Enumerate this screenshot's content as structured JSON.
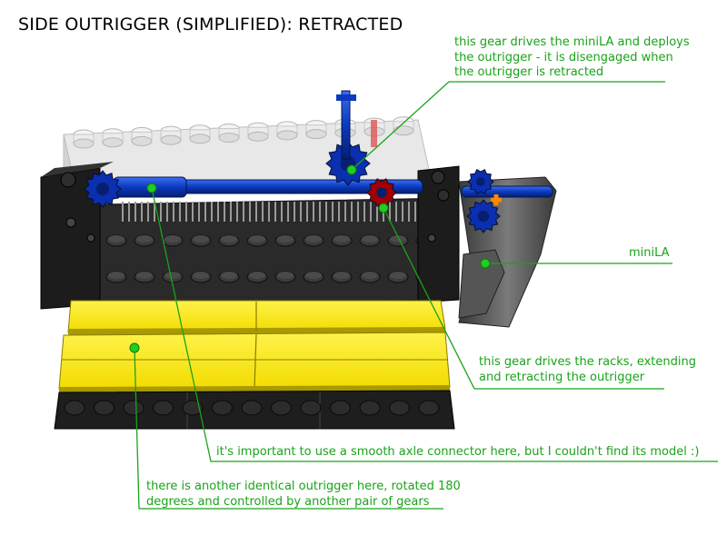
{
  "title": "SIDE OUTRIGGER (SIMPLIFIED): RETRACTED",
  "annotations": {
    "gear_drives_minila": [
      "this gear drives the miniLA and deploys",
      "the outrigger - it is disengaged when",
      "the outrigger is retracted"
    ],
    "minila": [
      "miniLA"
    ],
    "gear_drives_racks": [
      "this gear drives the racks, extending",
      "and retracting the outrigger"
    ],
    "axle_connector": [
      "it's important to use a smooth axle connector here, but I couldn't find its model :)"
    ],
    "identical_outrigger": [
      "there is another identical outrigger here, rotated 180",
      "degrees and controlled by another pair of gears"
    ]
  },
  "colors": {
    "leader_line": "#1aa31a",
    "marker_dot": "#22cc22",
    "yellow_plate": "#ffee00",
    "black_brick": "#1c1c1c",
    "transparent_brick": "#e4e4e4",
    "blue_gear": "#0a2fb0",
    "red_gear": "#a00000",
    "gray_minila": "#4a4a4a",
    "orange_connector": "#ff8800"
  },
  "icons": [
    "blue-gear-icon",
    "red-gear-icon",
    "minila-actuator-icon"
  ]
}
